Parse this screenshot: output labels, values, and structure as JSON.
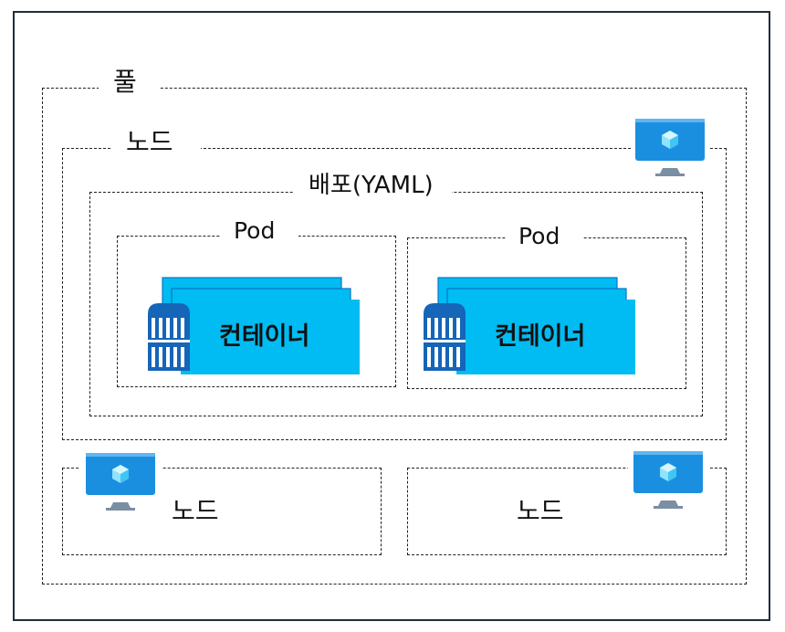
{
  "pool": {
    "label": "풀"
  },
  "node_top": {
    "label": "노드"
  },
  "deployment": {
    "label": "배포(YAML)"
  },
  "pods": [
    {
      "label": "Pod",
      "container_label": "컨테이너"
    },
    {
      "label": "Pod",
      "container_label": "컨테이너"
    }
  ],
  "nodes_bottom": [
    {
      "label": "노드"
    },
    {
      "label": "노드"
    }
  ],
  "colors": {
    "container_cyan": "#00bcf2",
    "container_dark": "#0b72c6",
    "vm_blue": "#1a8fe0",
    "vm_gem": "#8fe3ff",
    "border": "#222222"
  }
}
